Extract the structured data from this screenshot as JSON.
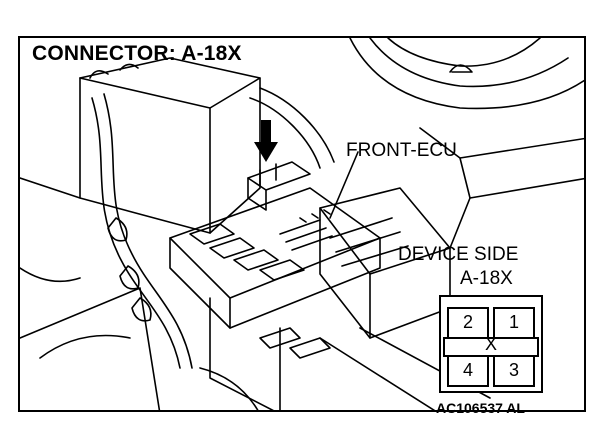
{
  "title": "CONNECTOR: A-18X",
  "labels": {
    "front_ecu": "FRONT-ECU",
    "device_side": "DEVICE SIDE",
    "connector_id": "A-18X"
  },
  "connector": {
    "pins": [
      "2",
      "1",
      "4",
      "3"
    ],
    "key_mark": "X"
  },
  "figure_code": "AC106537 AL",
  "colors": {
    "line": "#000000",
    "background": "#ffffff"
  }
}
